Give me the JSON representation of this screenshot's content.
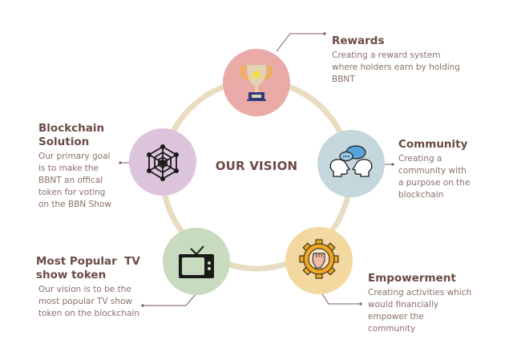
{
  "center_title": "OUR VISION",
  "colors": {
    "ring": "#e9dcc0",
    "text_title": "#6b4a45",
    "text_body": "#8a6f6a",
    "connector": "#7a5a55"
  },
  "items": [
    {
      "id": "rewards",
      "title": "Rewards",
      "description": [
        "Creating a reward system",
        "where holders earn by holding",
        "BBNT"
      ],
      "icon": "trophy-icon",
      "color": "#eaaaa7"
    },
    {
      "id": "community",
      "title": "Community",
      "description": [
        "Creating a",
        "community with",
        "a purpose on the",
        "blockchain"
      ],
      "icon": "people-talking-icon",
      "color": "#c4d7dc"
    },
    {
      "id": "empowerment",
      "title": "Empowerment",
      "description": [
        "Creating activities which",
        "would financially",
        "empower the",
        "community"
      ],
      "icon": "fist-gear-icon",
      "color": "#f3d8a0"
    },
    {
      "id": "tv",
      "title": [
        "Most Popular  TV",
        "show token"
      ],
      "description": [
        "Our vision is to be the",
        "most popular TV show",
        "token on the blockchain"
      ],
      "icon": "television-icon",
      "color": "#c8dbbf"
    },
    {
      "id": "blockchain",
      "title": [
        "Blockchain",
        "Solution"
      ],
      "description": [
        "Our primary goal",
        "is to make the",
        "BBNT an offical",
        "token for voting",
        "on the BBN Show"
      ],
      "icon": "blockchain-network-icon",
      "color": "#dcc4dc"
    }
  ]
}
